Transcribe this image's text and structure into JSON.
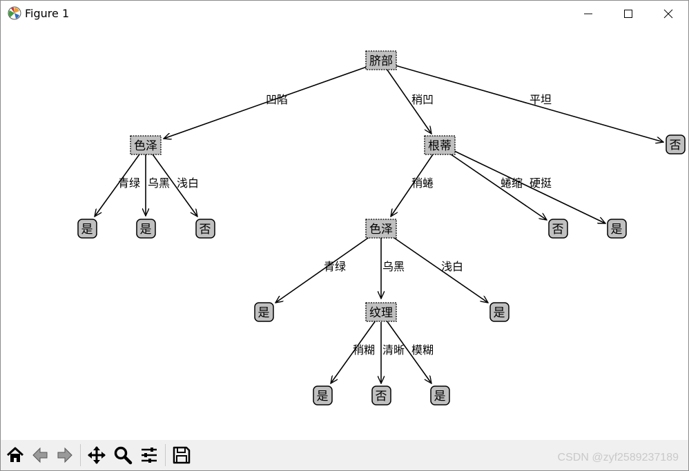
{
  "window": {
    "title": "Figure 1",
    "icons": {
      "app": "matplotlib-icon",
      "minimize": "minimize-icon",
      "maximize": "maximize-icon",
      "close": "close-icon"
    }
  },
  "tree": {
    "n_root": "脐部",
    "n_se1": "色泽",
    "n_gen": "根蒂",
    "n_fou_top": "否",
    "n_l1": "是",
    "n_l2": "是",
    "n_l3": "否",
    "n_se2": "色泽",
    "n_fou_qs": "否",
    "n_shi_yt": "是",
    "n_l4": "是",
    "n_wen": "纹理",
    "n_l5": "是",
    "n_l6": "是",
    "n_l7": "否",
    "n_l8": "是",
    "e_aoxian": "凹陷",
    "e_shaoao": "稍凹",
    "e_pingtan": "平坦",
    "e_qinglv1": "青绿",
    "e_wuhei1": "乌黑",
    "e_qianbai1": "浅白",
    "e_shaoquan": "稍蜷",
    "e_quansuo": "蜷缩",
    "e_yingting": "硬挺",
    "e_qinglv2": "青绿",
    "e_wuhei2": "乌黑",
    "e_qianbai2": "浅白",
    "e_shaohu": "稍糊",
    "e_qingxi": "清晰",
    "e_mohu": "模糊"
  },
  "toolbar": {
    "icons": [
      "home-icon",
      "back-icon",
      "forward-icon",
      "pan-icon",
      "zoom-icon",
      "configure-subplots-icon",
      "save-icon"
    ]
  },
  "watermark": "CSDN @zyf2589237189"
}
